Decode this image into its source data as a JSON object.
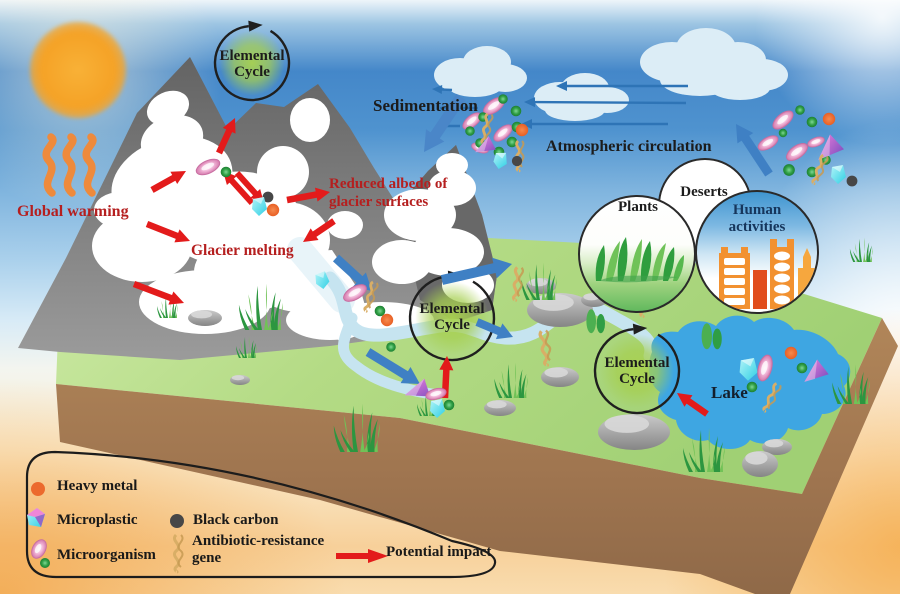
{
  "labels": {
    "global_warming": "Global warming",
    "glacier_melting": "Glacier melting",
    "reduced_albedo": [
      "Reduced albedo of",
      "glacier surfaces"
    ],
    "sedimentation": "Sedimentation",
    "atmospheric_circulation": "Atmospheric circulation",
    "elemental_cycle": [
      "Elemental",
      "Cycle"
    ],
    "plants": "Plants",
    "deserts": "Deserts",
    "human_activities": [
      "Human",
      "activities"
    ],
    "lake": "Lake"
  },
  "legend": {
    "items": [
      {
        "id": "heavy-metal",
        "label": "Heavy metal"
      },
      {
        "id": "microplastic",
        "label": "Microplastic"
      },
      {
        "id": "microorganism",
        "label": "Microorganism"
      },
      {
        "id": "black-carbon",
        "label": "Black carbon"
      },
      {
        "id": "antibiotic-resistance-gene",
        "label": "Antibiotic-resistance gene",
        "label_lines": [
          "Antibiotic-resistance",
          "gene"
        ]
      },
      {
        "id": "potential-impact",
        "label": "Potential impact"
      }
    ]
  },
  "colors": {
    "red_text": "#b51f1f",
    "red_arrow": "#e31b1b",
    "blue_arrow": "#3f80c4",
    "wind_blue": "#2e74b6",
    "sky_deep": "#4487c9",
    "field_green": "#aed77f",
    "soil_brown": "#a3794f",
    "lake_blue": "#3ea6e2",
    "river_blue": "#c6e4f0",
    "mountain_gray": "#7d7d7d",
    "snow_white": "#ffffff",
    "sun_orange": "#f5a226",
    "heat_orange": "#ee8a3c",
    "cycle_green": "#a2cc54",
    "heavy_metal": "#ec6a2d",
    "black_carbon": "#474747",
    "microorganism_pink": "#f2b8d9",
    "microbe_green": "#2f9e44",
    "arg_tan": "#d9ae66",
    "microplastic_cyan": "#4fd8ea",
    "microplastic_magenta": "#e07ad6",
    "building_orange": "#f29130",
    "building_red": "#e14d1c",
    "grass_dark": "#2c9640",
    "grass_light": "#71c257",
    "rock_gray": "#a0a0a0"
  }
}
